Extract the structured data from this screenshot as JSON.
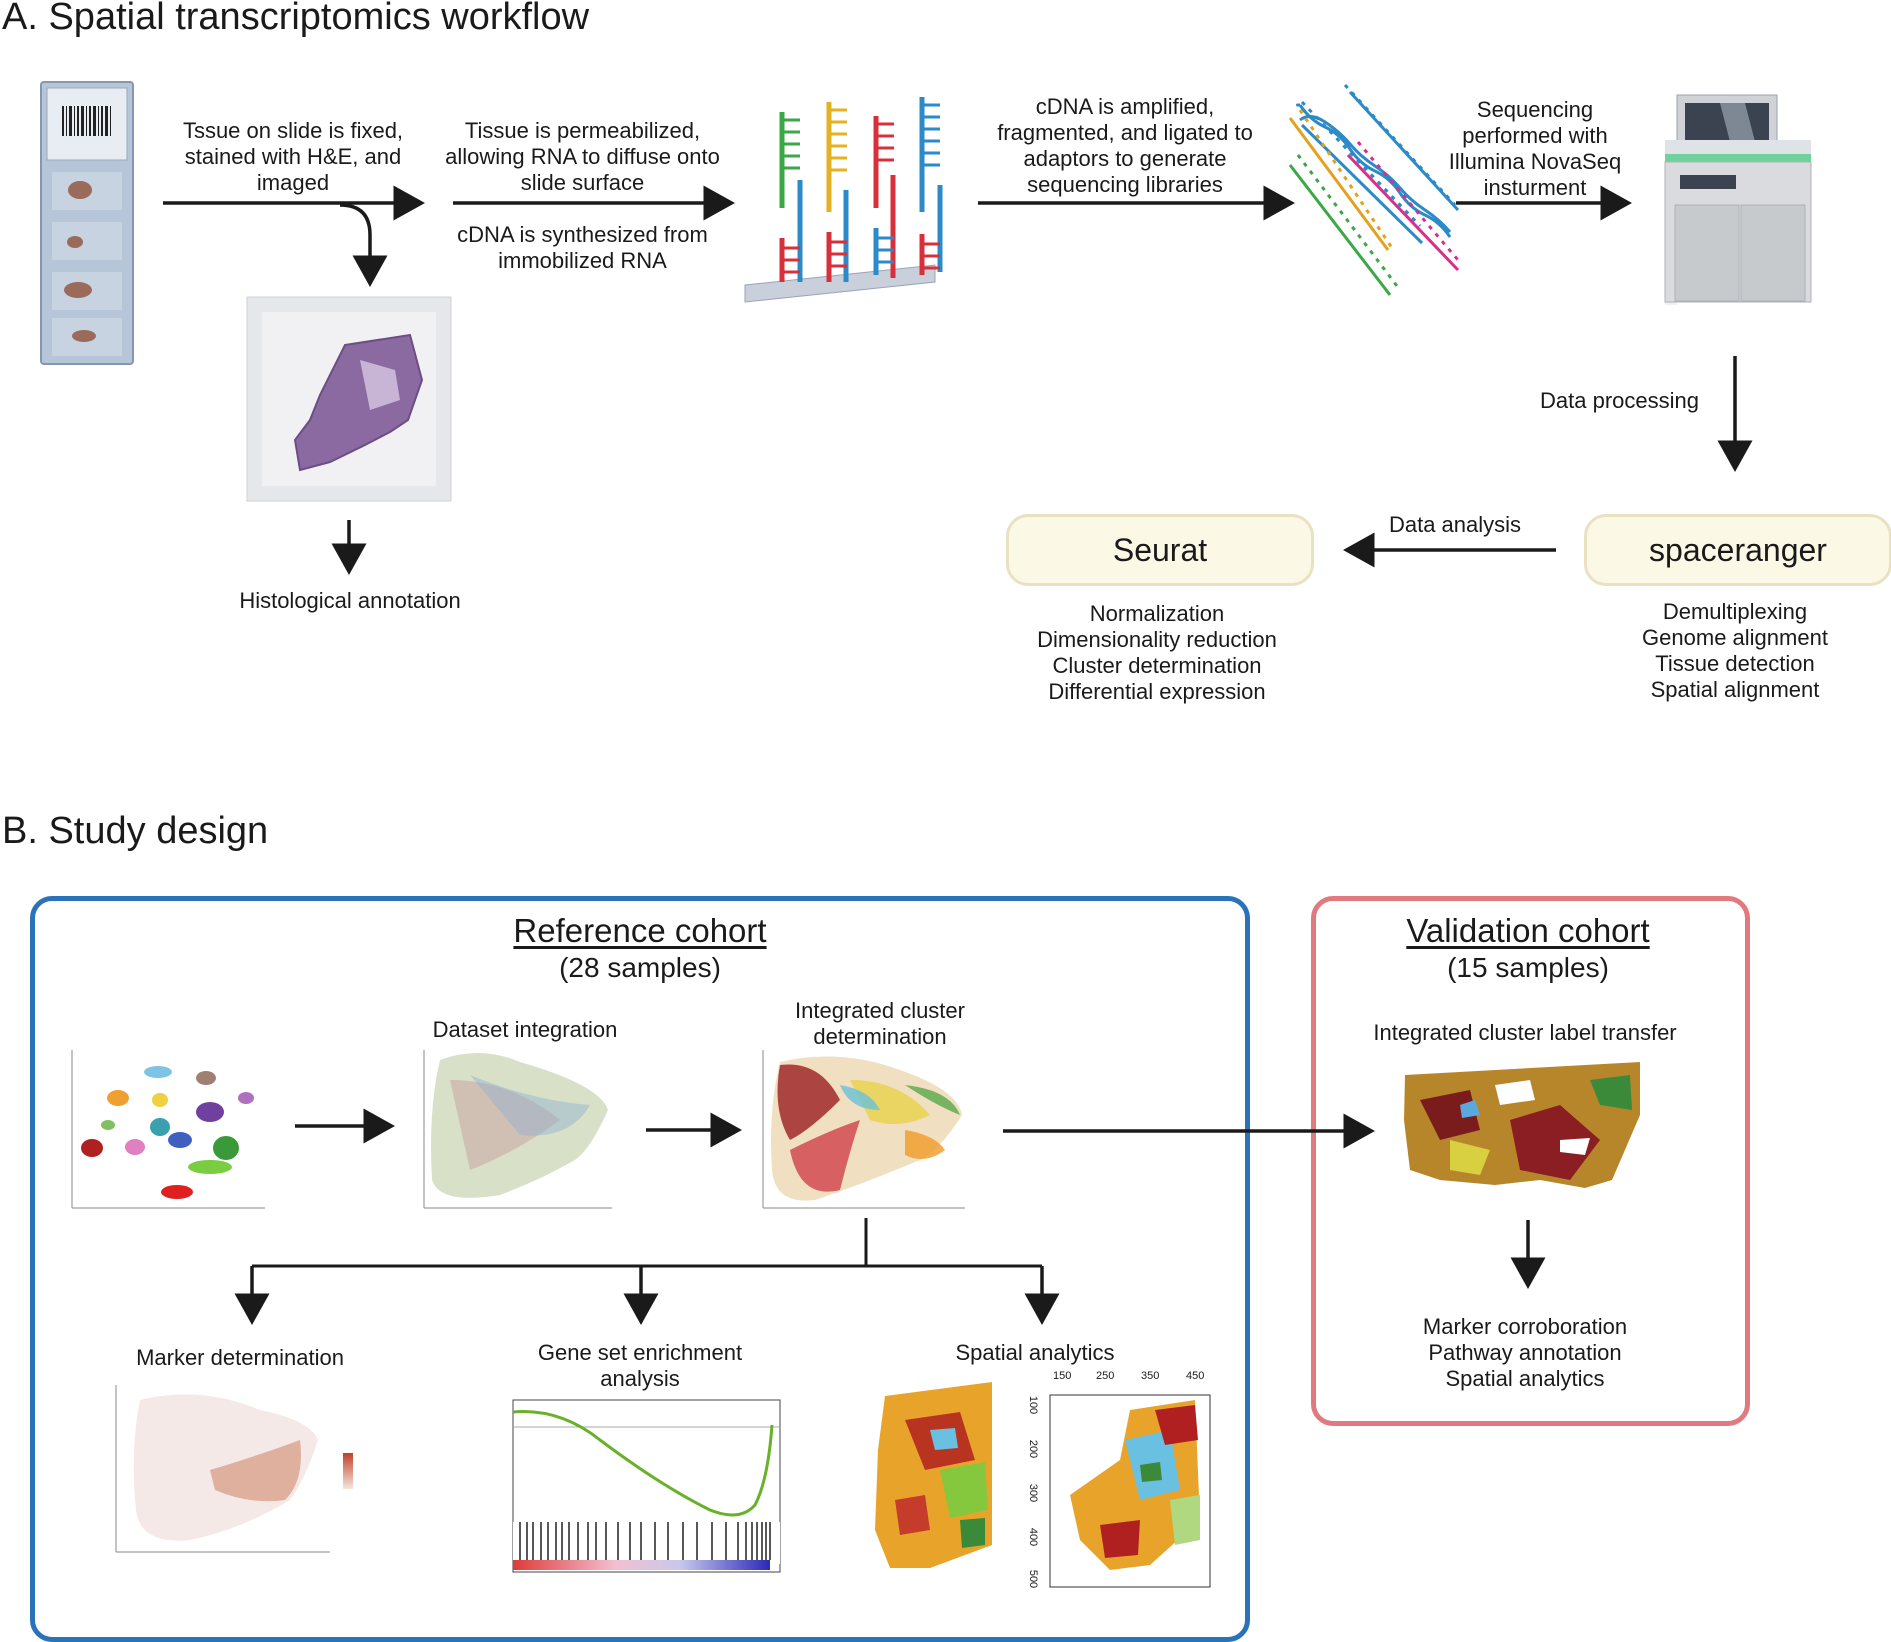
{
  "panel_a": {
    "heading": "A. Spatial transcriptomics workflow",
    "step1": "Tssue on slide is fixed, stained with H&E, and imaged",
    "step2": "Tissue is permeabilized, allowing RNA to diffuse onto slide surface",
    "step2b": "cDNA is synthesized from immobilized RNA",
    "step3": "cDNA is amplified, fragmented, and ligated to adaptors to generate sequencing libraries",
    "step4": "Sequencing performed with Illumina NovaSeq insturment",
    "histology": "Histological annotation",
    "data_processing": "Data processing",
    "data_analysis": "Data analysis",
    "spaceranger": {
      "name": "spaceranger",
      "tasks": [
        "Demultiplexing",
        "Genome alignment",
        "Tissue detection",
        "Spatial alignment"
      ]
    },
    "seurat": {
      "name": "Seurat",
      "tasks": [
        "Normalization",
        "Dimensionality reduction",
        "Cluster determination",
        "Differential expression"
      ]
    }
  },
  "panel_b": {
    "heading": "B. Study design",
    "reference": {
      "title": "Reference cohort",
      "count": "(28 samples)",
      "integration": "Dataset integration",
      "cluster": "Integrated cluster determination",
      "marker": "Marker determination",
      "gsea": "Gene set enrichment analysis",
      "spatial": "Spatial analytics",
      "spatial_x_ticks": [
        "150",
        "250",
        "350",
        "450"
      ],
      "spatial_y_ticks": [
        "100",
        "200",
        "300",
        "400",
        "500"
      ]
    },
    "validation": {
      "title": "Validation cohort",
      "count": "(15 samples)",
      "transfer": "Integrated cluster label transfer",
      "tasks": [
        "Marker corroboration",
        "Pathway annotation",
        "Spatial analytics"
      ]
    }
  },
  "colors": {
    "reference_border": "#2b73b8",
    "validation_border": "#e07a7e",
    "tool_fill": "#fbf8e6",
    "arrow": "#1a1a1a"
  }
}
